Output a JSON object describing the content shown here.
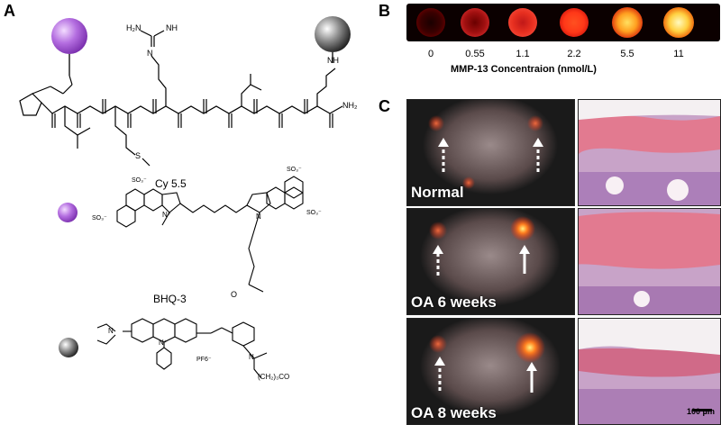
{
  "panels": {
    "a": "A",
    "b": "B",
    "c": "C"
  },
  "panel_a": {
    "cy55_label": "Cy 5.5",
    "bhq3_label": "BHQ-3",
    "peptide_groups": {
      "guanidine_nh": "NH",
      "guanidine_h2n": "H₂N",
      "guanidine_n": "N",
      "amine_top": "NH",
      "s_atom": "S",
      "nh2_end": "NH₂"
    },
    "cy_groups": {
      "so3_1": "SO₃⁻",
      "so3_2": "SO₃⁻",
      "so3_3": "SO₃⁻",
      "so3_4": "SO₃⁻",
      "n_plus": "N⁺",
      "n_right": "N",
      "o_atom": "O"
    },
    "bhq_groups": {
      "n_left": "N",
      "n_plus": "N⁺",
      "pf6": "PF6⁻",
      "n_right": "N",
      "chain": "(CH₂)₃CO"
    },
    "colors": {
      "cy55": "#b46ee0",
      "bhq3": "#555555"
    }
  },
  "panel_b": {
    "concentrations": [
      "0",
      "0.55",
      "1.1",
      "2.2",
      "5.5",
      "11"
    ],
    "axis_label": "MMP-13 Concentraion (nmol/L)"
  },
  "panel_c": {
    "groups": [
      "Normal",
      "OA 6 weeks",
      "OA 8 weeks"
    ],
    "scale_bar": "100 μm"
  }
}
